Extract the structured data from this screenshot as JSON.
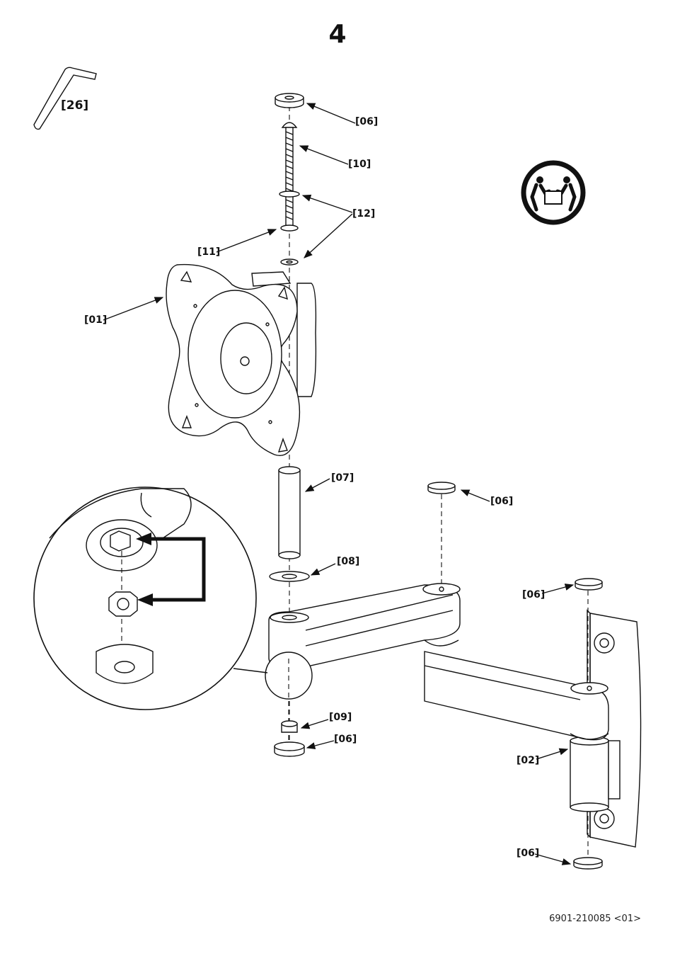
{
  "step": "4",
  "tool": {
    "label": "[26]",
    "icon": "hex-key-icon"
  },
  "safety_icon": "two-person-lift-icon",
  "callouts": [
    {
      "id": "c06a",
      "text": "[06]"
    },
    {
      "id": "c10",
      "text": "[10]"
    },
    {
      "id": "c12",
      "text": "[12]"
    },
    {
      "id": "c11",
      "text": "[11]"
    },
    {
      "id": "c01",
      "text": "[01]"
    },
    {
      "id": "c07",
      "text": "[07]"
    },
    {
      "id": "c06b",
      "text": "[06]"
    },
    {
      "id": "c08",
      "text": "[08]"
    },
    {
      "id": "c06c",
      "text": "[06]"
    },
    {
      "id": "c09",
      "text": "[09]"
    },
    {
      "id": "c06d",
      "text": "[06]"
    },
    {
      "id": "c02",
      "text": "[02]"
    },
    {
      "id": "c06e",
      "text": "[06]"
    }
  ],
  "document_code": "6901-210085 <01>"
}
